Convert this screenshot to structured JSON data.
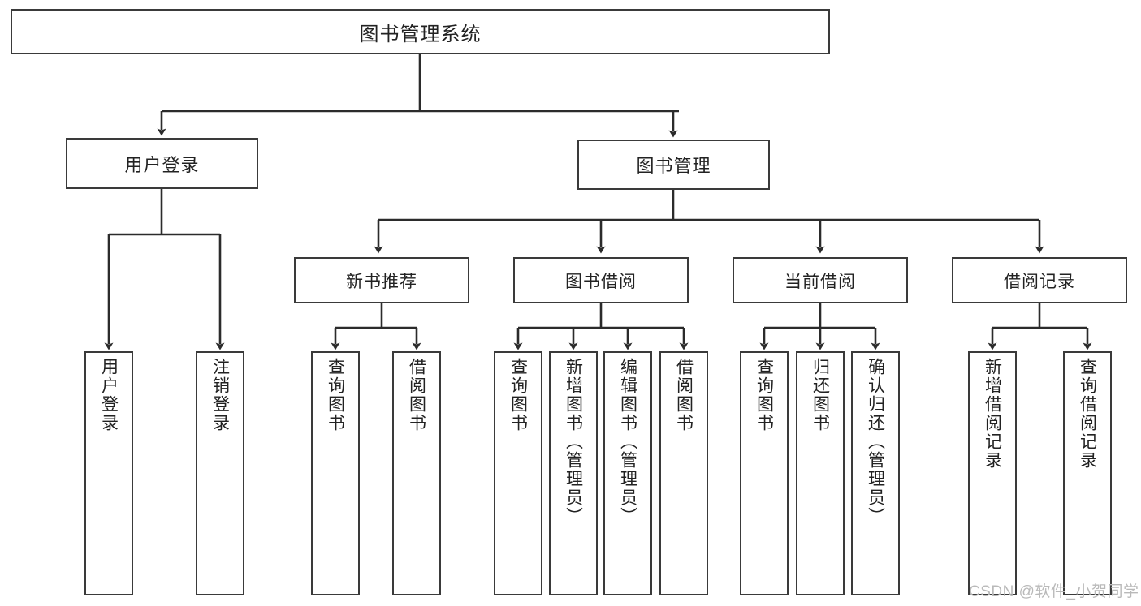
{
  "diagram": {
    "title": "图书管理系统",
    "type": "hierarchy-tree",
    "root": {
      "label": "图书管理系统"
    },
    "level2": [
      {
        "id": "user-login",
        "label": "用户登录"
      },
      {
        "id": "book-management",
        "label": "图书管理"
      }
    ],
    "level3": [
      {
        "id": "new-book-recommend",
        "label": "新书推荐",
        "parent": "book-management"
      },
      {
        "id": "book-borrow",
        "label": "图书借阅",
        "parent": "book-management"
      },
      {
        "id": "current-borrow",
        "label": "当前借阅",
        "parent": "book-management"
      },
      {
        "id": "borrow-record",
        "label": "借阅记录",
        "parent": "book-management"
      }
    ],
    "leaves": [
      {
        "id": "leaf-user-login",
        "label": "用户登录",
        "parent": "user-login"
      },
      {
        "id": "leaf-logout-login",
        "label": "注销登录",
        "parent": "user-login"
      },
      {
        "id": "leaf-query-book-1",
        "label": "查询图书",
        "parent": "new-book-recommend"
      },
      {
        "id": "leaf-borrow-book-1",
        "label": "借阅图书",
        "parent": "new-book-recommend"
      },
      {
        "id": "leaf-query-book-2",
        "label": "查询图书",
        "parent": "book-borrow"
      },
      {
        "id": "leaf-add-book",
        "label": "新增图书（管理员）",
        "parent": "book-borrow"
      },
      {
        "id": "leaf-edit-book",
        "label": "编辑图书（管理员）",
        "parent": "book-borrow"
      },
      {
        "id": "leaf-borrow-book-2",
        "label": "借阅图书",
        "parent": "book-borrow"
      },
      {
        "id": "leaf-query-book-3",
        "label": "查询图书",
        "parent": "current-borrow"
      },
      {
        "id": "leaf-return-book",
        "label": "归还图书",
        "parent": "current-borrow"
      },
      {
        "id": "leaf-confirm-return",
        "label": "确认归还（管理员）",
        "parent": "current-borrow"
      },
      {
        "id": "leaf-add-record",
        "label": "新增借阅记录",
        "parent": "borrow-record"
      },
      {
        "id": "leaf-query-record",
        "label": "查询借阅记录",
        "parent": "borrow-record"
      }
    ],
    "colors": {
      "border": "#3a3a3a",
      "text": "#222222",
      "background": "#ffffff",
      "connector": "#2b2b2b",
      "watermark": "#b9b9b9"
    }
  },
  "watermark": {
    "text": "CSDN @软件_小贺同学"
  }
}
